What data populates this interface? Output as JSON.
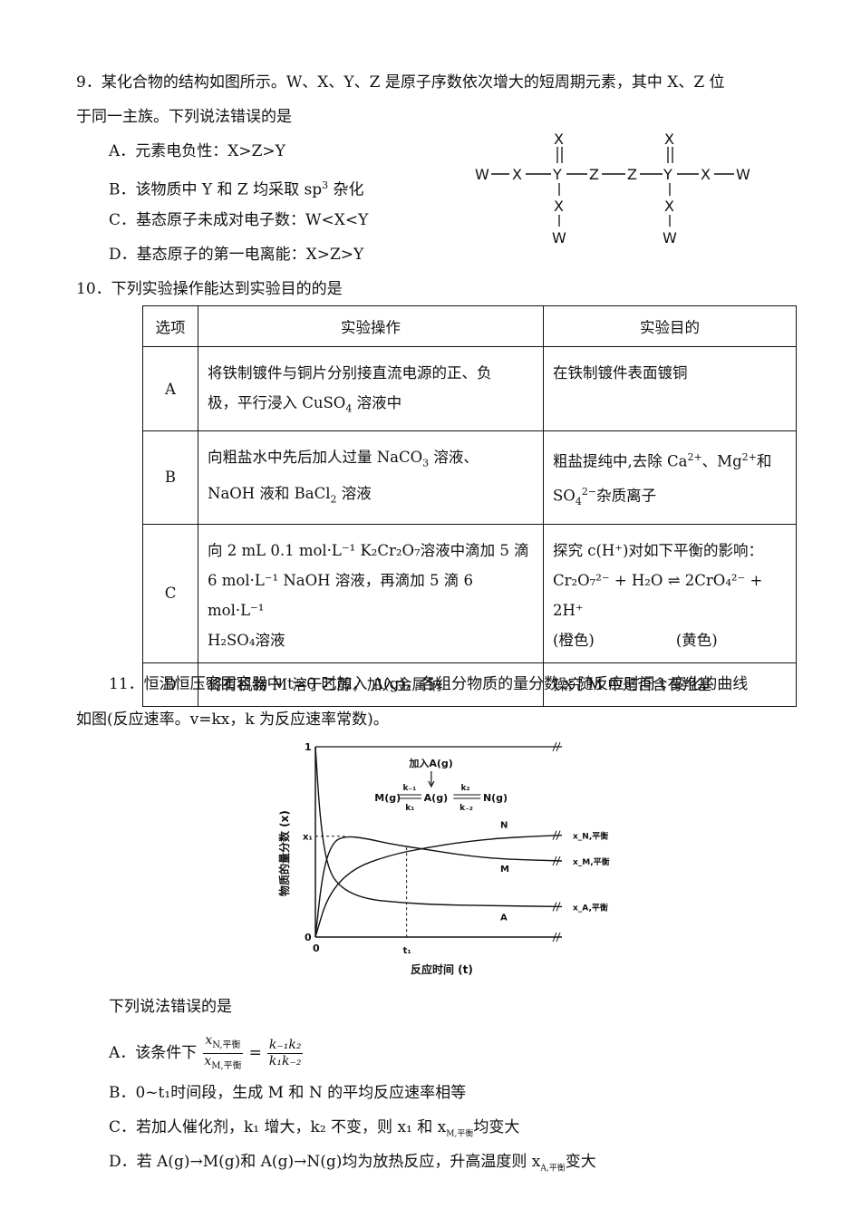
{
  "q9": {
    "stem_line1": "9．某化合物的结构如图所示。W、X、Y、Z 是原子序数依次增大的短周期元素，其中 X、Z 位",
    "stem_line2": "于同一主族。下列说法错误的是",
    "options": {
      "A": "A．元素电负性：X>Z>Y",
      "B_pre": "B．该物质中 Y 和 Z 均采取 sp",
      "B_sup": "3",
      "B_post": " 杂化",
      "C": "C．基态原子未成对电子数：W<X<Y",
      "D": "D．基态原子的第一电离能：X>Z>Y"
    },
    "structure": {
      "W": "W",
      "X": "X",
      "Y": "Y",
      "Z": "Z"
    }
  },
  "q10": {
    "stem": "10．下列实验操作能达到实验目的的是",
    "headers": [
      "选项",
      "实验操作",
      "实验目的"
    ],
    "rows": {
      "A": {
        "label": "A",
        "op1": "将铁制镀件与铜片分别接直流电源的正、负",
        "op2": "极，平行浸入 CuSO",
        "op2_sub": "4",
        "op2_post": " 溶液中",
        "goal": "在铁制镀件表面镀铜"
      },
      "B": {
        "label": "B",
        "op1_pre": "向粗盐水中先后加人过量 NaCO",
        "op1_sub": "3",
        "op1_post": " 溶液、",
        "op2_pre": "NaOH 液和 BaCl",
        "op2_sub": "2",
        "op2_post": " 溶液",
        "goal1_pre": "粗盐提纯中,去除 Ca",
        "goal1_sup1": "2+",
        "goal1_mid": "、Mg",
        "goal1_sup2": "2+",
        "goal1_post": "和",
        "goal2_pre": "SO",
        "goal2_sup": "2−",
        "goal2_sub": "4",
        "goal2_post": "杂质离子"
      },
      "C": {
        "label": "C",
        "op1": "向 2 mL 0.1 mol·L⁻¹ K₂Cr₂O₇溶液中滴加 5 滴",
        "op2": "6 mol·L⁻¹ NaOH 溶液，再滴加 5 滴 6 mol·L⁻¹",
        "op3": "H₂SO₄溶液",
        "goal1": "探究 c(H⁺)对如下平衡的影响：",
        "goal2_left": "Cr₂O₇²⁻ + H₂O",
        "goal2_right": "2CrO₄²⁻ + 2H⁺",
        "goal3_left": "(橙色)",
        "goal3_right": "(黄色)"
      },
      "D": {
        "label": "D",
        "op": "将有机物 M 溶于乙醇，加入金属钠",
        "goal": "操究 M 中是否含有羟基"
      }
    }
  },
  "q11": {
    "stem_line1": "11．恒温恒压密团容器中 t=0 时加入 A(g)，各组分物质的量分数 x 随反应时间 t 变化的曲线",
    "stem_line2": "如图(反应速率。v=kx，k 为反应速率常数)。",
    "question": "下列说法错误的是",
    "option_A_pre": "A．该条件下",
    "option_A_frac_num": "x",
    "option_A_num_sub": "N,平衡",
    "option_A_frac_den": "x",
    "option_A_den_sub": "M,平衡",
    "option_A_rhs_num": "k₋₁k₂",
    "option_A_rhs_den": "k₁k₋₂",
    "option_B": "B．0~t₁时间段，生成 M 和 N 的平均反应速率相等",
    "option_C_pre": "C．若加人催化剂，k₁ 增大，k₂ 不变，则 x₁ 和 x",
    "option_C_sub": "M,平衡",
    "option_C_post": "均变大",
    "option_D_pre": "D．若 A(g)→M(g)和 A(g)→N(g)均为放热反应，升高温度则 x",
    "option_D_sub": "A,平衡",
    "option_D_post": "变大"
  },
  "chart_data": {
    "type": "line",
    "title": "",
    "xlabel": "反应时间 (t)",
    "ylabel": "物质的量分数 (x)",
    "x_ticks": [
      "0",
      "t₁"
    ],
    "y_ticks": [
      "0",
      "x₁",
      "1"
    ],
    "annotation_top": "加入A(g)",
    "scheme": {
      "M": "M(g)",
      "A": "A(g)",
      "N": "N(g)",
      "k_minus1": "k₋₁",
      "k1": "k₁",
      "k2": "k₂",
      "k_minus2": "k₋₂"
    },
    "series": [
      {
        "name": "N",
        "x": [
          0,
          0.05,
          0.15,
          0.3,
          0.45,
          0.6,
          0.75,
          0.9,
          1.0
        ],
        "y": [
          0,
          0.22,
          0.36,
          0.43,
          0.47,
          0.5,
          0.52,
          0.53,
          0.535
        ],
        "end_label": "x_N,平衡"
      },
      {
        "name": "M",
        "x": [
          0,
          0.03,
          0.07,
          0.12,
          0.2,
          0.3,
          0.45,
          0.6,
          0.75,
          1.0
        ],
        "y": [
          0,
          0.35,
          0.5,
          0.53,
          0.52,
          0.49,
          0.46,
          0.43,
          0.41,
          0.4
        ],
        "end_label": "x_M,平衡"
      },
      {
        "name": "A",
        "x": [
          0,
          0.02,
          0.05,
          0.1,
          0.2,
          0.35,
          0.5,
          0.7,
          1.0
        ],
        "y": [
          1.0,
          0.6,
          0.36,
          0.26,
          0.2,
          0.18,
          0.17,
          0.165,
          0.16
        ],
        "end_label": "x_A,平衡"
      }
    ],
    "x1_value": 0.53,
    "t1_value": 0.37,
    "xlim": [
      0,
      1
    ],
    "ylim": [
      0,
      1
    ]
  }
}
